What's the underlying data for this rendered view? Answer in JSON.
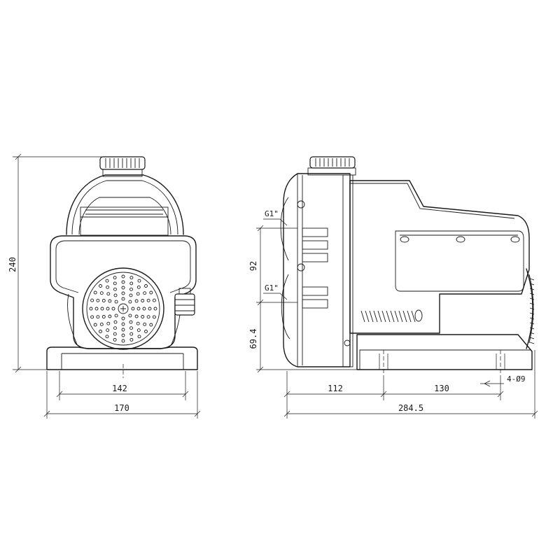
{
  "dimensions": {
    "front_height": "240",
    "front_inner_width": "142",
    "front_width": "170",
    "side_ports_spacing": "92",
    "side_base_height": "69.4",
    "side_left_offset": "112",
    "side_hole_spacing": "130",
    "side_width": "284.5",
    "mount_holes": "4-Ø9"
  },
  "labels": {
    "port_upper": "G1\"",
    "port_lower": "G1\""
  },
  "colors": {
    "line": "#1a1a1a",
    "background": "#ffffff"
  }
}
